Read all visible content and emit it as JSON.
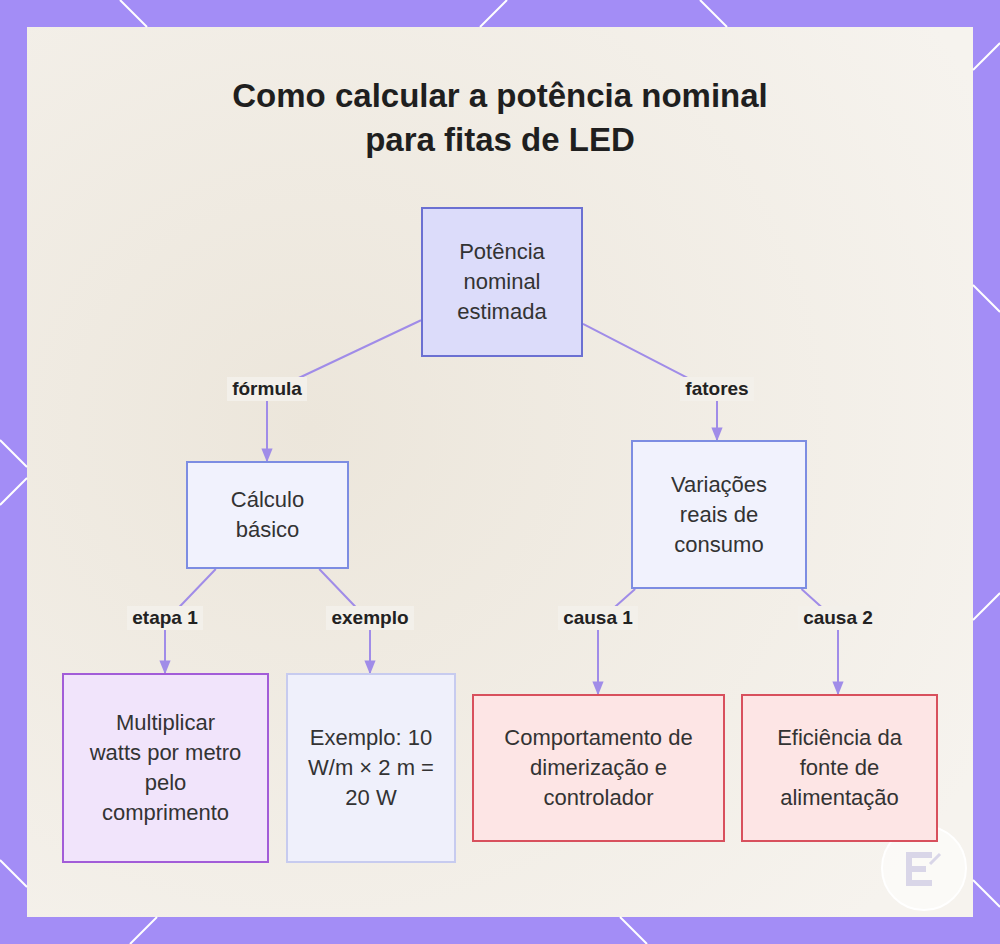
{
  "diagram": {
    "title": "Como calcular a potência nominal para fitas de LED",
    "nodes": [
      {
        "text": [
          "Potência nominal estimada"
        ]
      },
      {
        "text": [
          "Cálculo básico"
        ]
      },
      {
        "text": [
          "Variações reais de consumo"
        ]
      },
      {
        "text": [
          "Multiplicar watts por metro pelo comprimento"
        ]
      },
      {
        "text": [
          "Exemplo: 10 W/m × 2 m = 20 W"
        ]
      },
      {
        "text": [
          "Comportamento de dimerização e controlador"
        ]
      },
      {
        "text": [
          "Eficiência da fonte de alimentação"
        ]
      }
    ],
    "edges": [
      {
        "from": 0,
        "to": 1,
        "label": "fórmula",
        "arrow": "to"
      },
      {
        "from": 0,
        "to": 2,
        "label": "fatores",
        "arrow": "to"
      },
      {
        "from": 1,
        "to": 3,
        "label": "etapa 1",
        "arrow": "to"
      },
      {
        "from": 1,
        "to": 4,
        "label": "exemplo",
        "arrow": "to"
      },
      {
        "from": 2,
        "to": 5,
        "label": "causa 1",
        "arrow": "to"
      },
      {
        "from": 2,
        "to": 6,
        "label": "causa 2",
        "arrow": "to"
      }
    ]
  }
}
